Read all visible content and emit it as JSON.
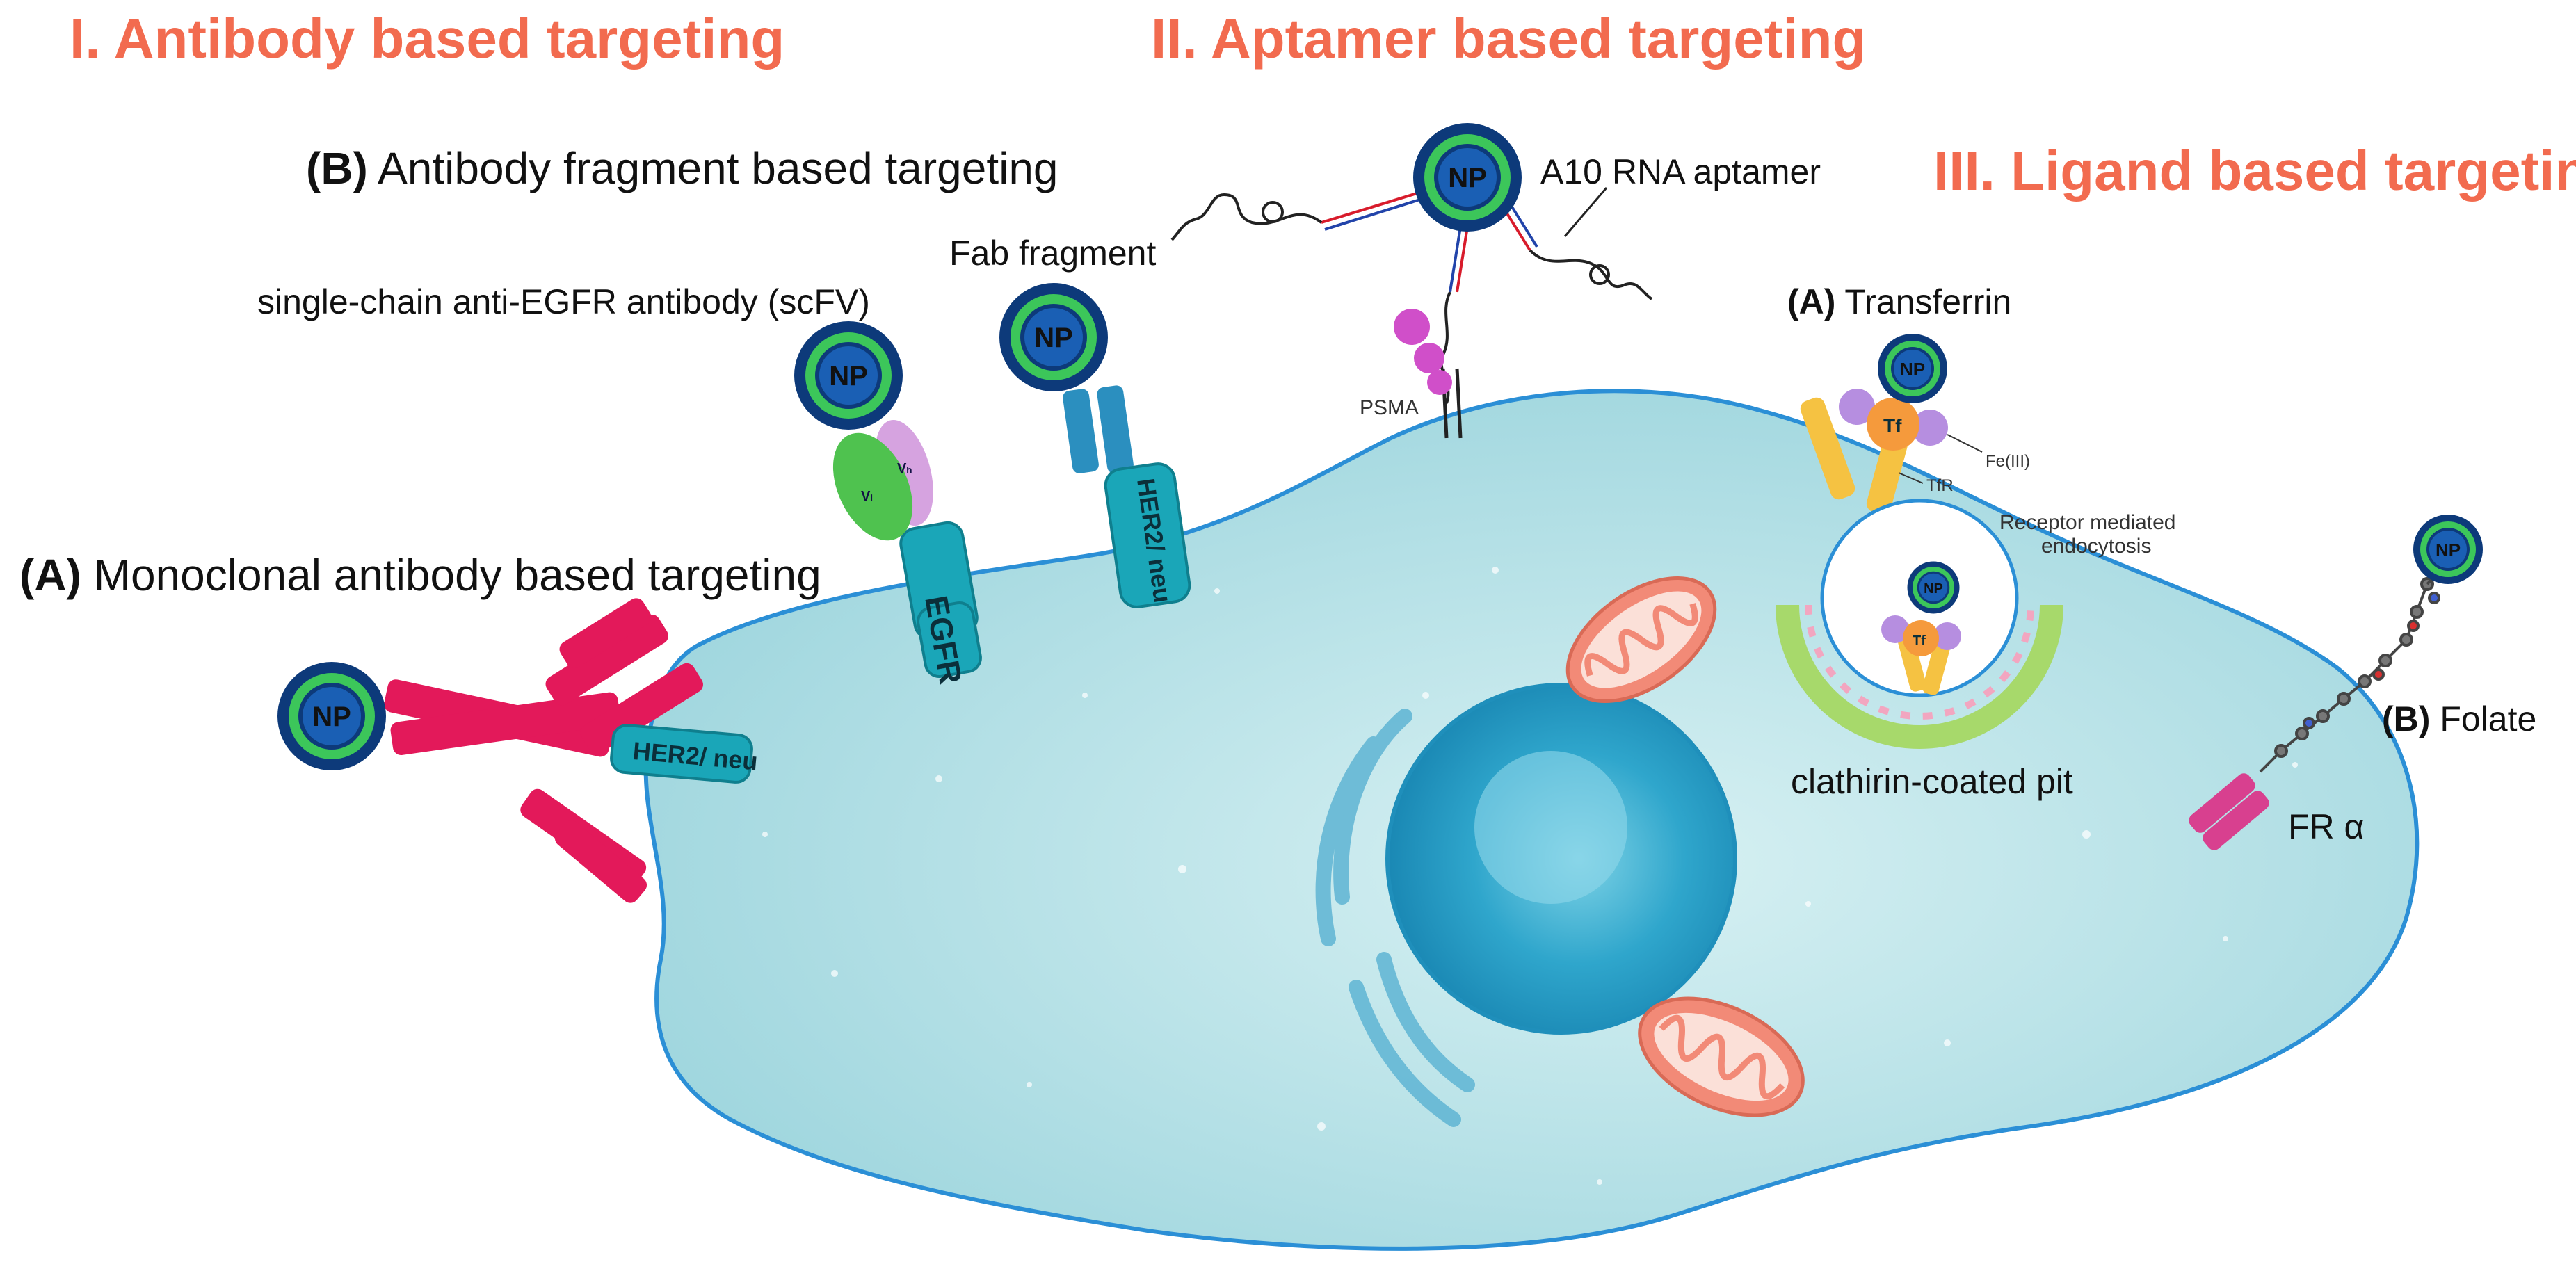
{
  "headers": {
    "antibody": "I. Antibody based targeting",
    "aptamer": "II. Aptamer based targeting",
    "ligand": "III. Ligand based targeting"
  },
  "subheaders": {
    "fragment_tag": "(B)",
    "fragment_text": "Antibody fragment based targeting",
    "monoclonal_tag": "(A)",
    "monoclonal_text": "Monoclonal antibody based targeting",
    "transferrin_tag": "(A)",
    "transferrin_text": "Transferrin",
    "folate_tag": "(B)",
    "folate_text": "Folate"
  },
  "labels": {
    "scfv": "single-chain anti-EGFR antibody (scFV)",
    "fab": "Fab fragment",
    "aptamer": "A10 RNA aptamer",
    "psma": "PSMA",
    "egfr": "EGFR",
    "her2_fab": "HER2/ neu",
    "her2_mab": "HER2/ neu",
    "np": "NP",
    "tf": "Tf",
    "fe": "Fe(III)",
    "tfr": "TfR",
    "receptor_line1": "Receptor mediated",
    "receptor_line2": "endocytosis",
    "clathrin": "clathirin-coated pit",
    "fr_alpha": "FR α",
    "vh": "Vₕ",
    "vl": "Vₗ"
  },
  "colors": {
    "header": "#f26b4f",
    "cell": "#bfe6ea",
    "membrane": "#2b8fd6",
    "nucleus": "#3aa9c9",
    "antibody": "#e3195a",
    "receptor": "#1aa6b8",
    "np_outer": "#0d3a7a",
    "np_ring": "#3cc65a",
    "np_core": "#1a5fb4",
    "mito": "#f28a77",
    "transferrin": "#f59a3c",
    "tfr": "#f5c242",
    "clathrin": "#a7d96b"
  }
}
